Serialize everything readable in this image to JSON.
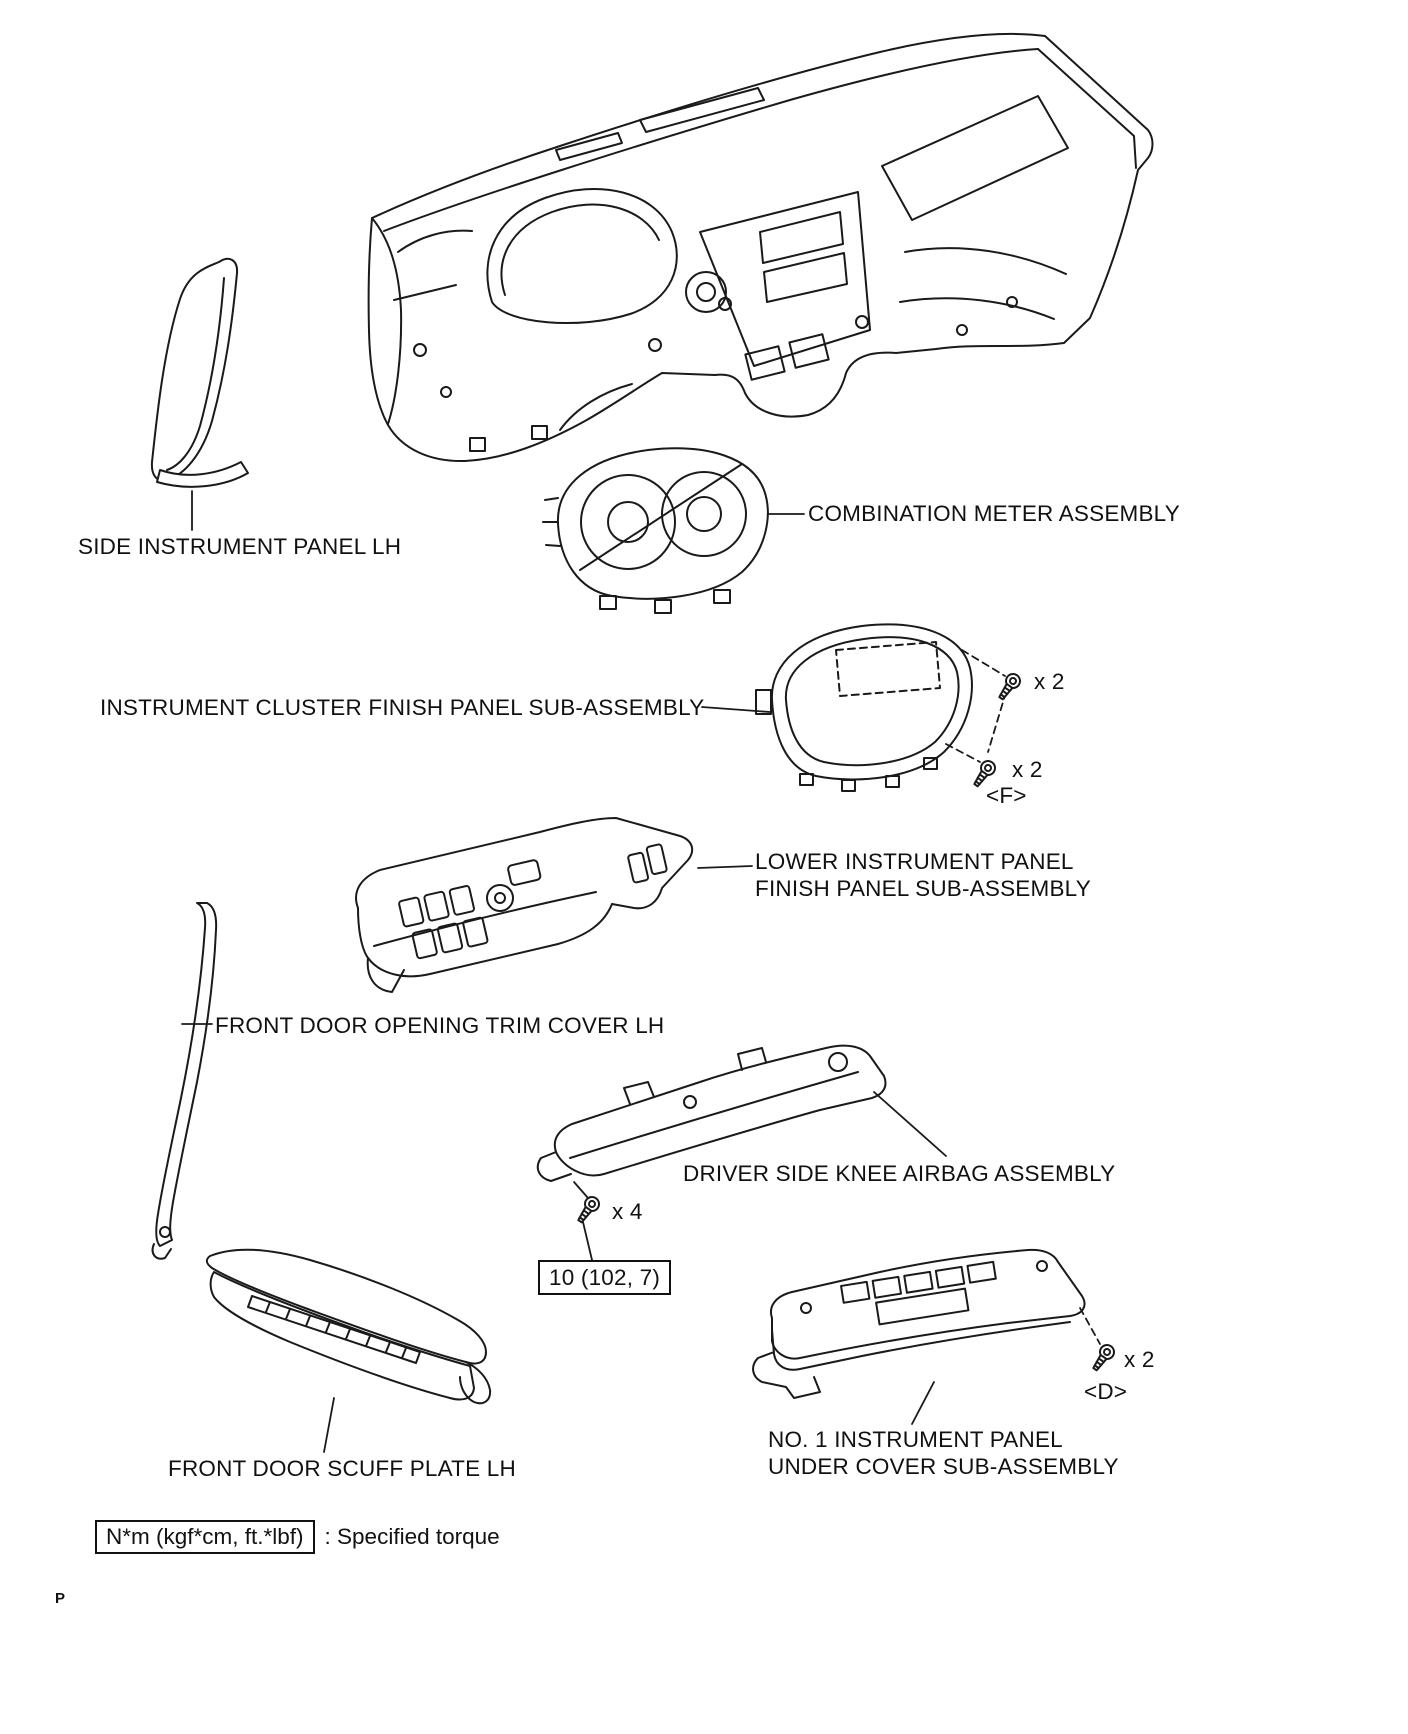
{
  "page": {
    "marker": "P"
  },
  "parts": {
    "side_instrument_panel": {
      "label": "SIDE INSTRUMENT PANEL LH"
    },
    "combination_meter": {
      "label": "COMBINATION METER ASSEMBLY"
    },
    "instrument_cluster_finish_panel": {
      "label": "INSTRUMENT CLUSTER FINISH PANEL SUB-ASSEMBLY",
      "screw_count_top": "x 2",
      "screw_count_bottom": "x 2",
      "screw_ref": "<F>"
    },
    "lower_instrument_panel": {
      "label_line1": "LOWER INSTRUMENT PANEL",
      "label_line2": "FINISH PANEL SUB-ASSEMBLY"
    },
    "front_door_opening_trim": {
      "label": "FRONT DOOR OPENING TRIM COVER LH"
    },
    "driver_side_knee_airbag": {
      "label": "DRIVER SIDE KNEE AIRBAG ASSEMBLY",
      "screw_count": "x 4",
      "torque_spec": "10 (102, 7)"
    },
    "front_door_scuff_plate": {
      "label": "FRONT DOOR SCUFF PLATE LH"
    },
    "instrument_panel_under_cover": {
      "label_line1": "NO. 1 INSTRUMENT PANEL",
      "label_line2": "UNDER COVER SUB-ASSEMBLY",
      "screw_count": "x 2",
      "screw_ref": "<D>"
    }
  },
  "legend": {
    "torque_unit_box": "N*m (kgf*cm, ft.*lbf)",
    "torque_note": ": Specified torque"
  },
  "colors": {
    "line": "#1a1a1a",
    "background": "#ffffff"
  }
}
